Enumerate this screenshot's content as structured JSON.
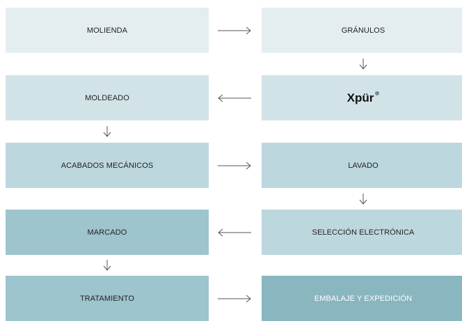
{
  "steps": {
    "molienda": "MOLIENDA",
    "granulos": "GRÁNULOS",
    "xpur": "Xpür",
    "moldeado": "MOLDEADO",
    "acabados": "ACABADOS MECÁNICOS",
    "lavado": "LAVADO",
    "seleccion": "SELECCIÓN ELECTRÓNICA",
    "marcado": "MARCADO",
    "tratamiento": "TRATAMIENTO",
    "embalaje": "EMBALAJE Y EXPEDICIÓN"
  },
  "colors": {
    "row1": "#e4eef1",
    "row2": "#d2e3e8",
    "row3": "#bdd7de",
    "row4_left": "#9ec4cd",
    "row4_right": "#bdd7de",
    "row5_left": "#9ec4cd",
    "row5_right": "#8ab6c0",
    "arrow": "#555555"
  }
}
